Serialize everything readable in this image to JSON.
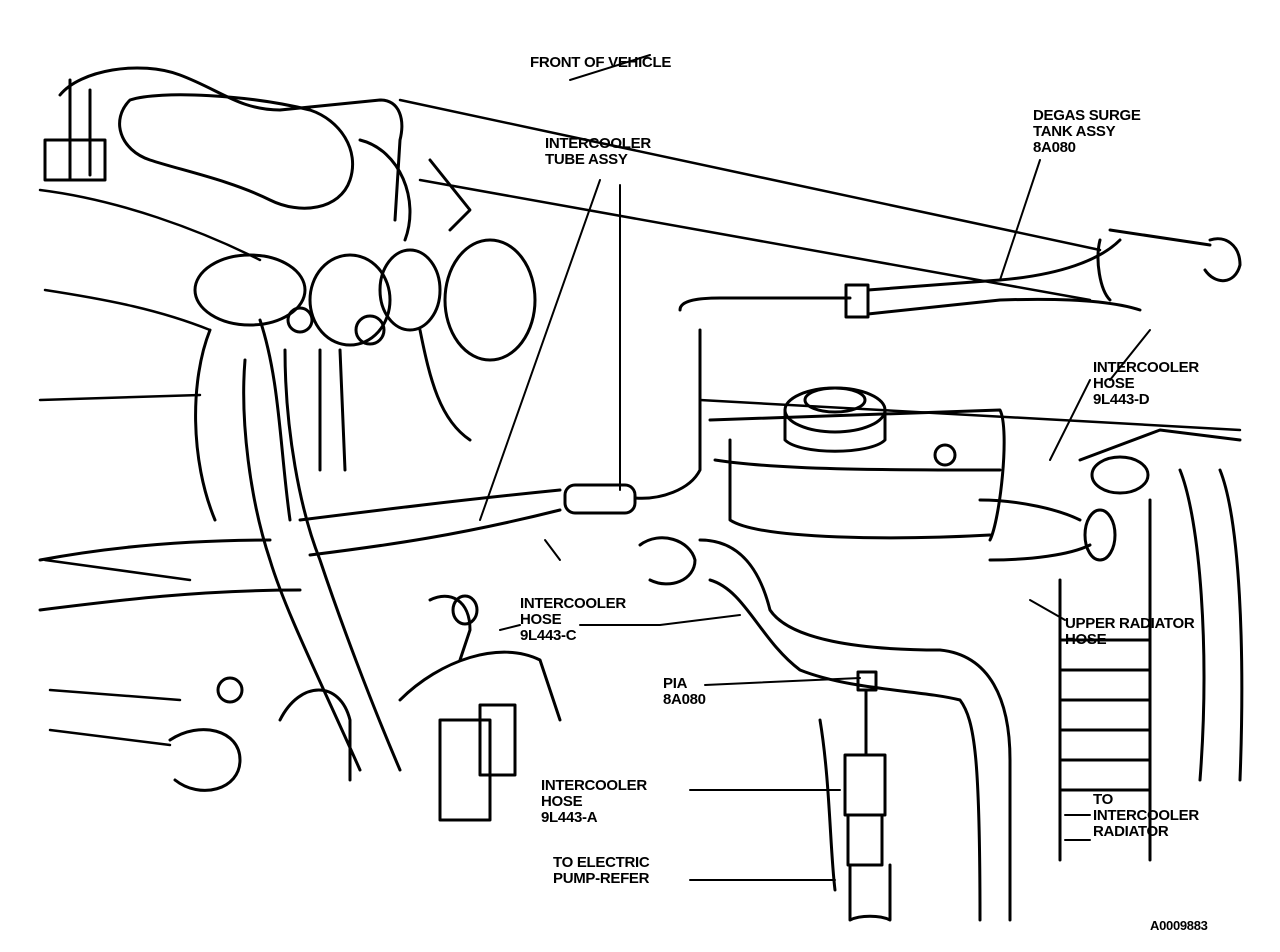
{
  "labels": {
    "front_of_vehicle": "FRONT OF VEHICLE",
    "intercooler_tube": {
      "line1": "INTERCOOLER",
      "line2": "TUBE ASSY"
    },
    "degas_tank": {
      "line1": "DEGAS SURGE",
      "line2": "TANK ASSY",
      "line3": "8A080"
    },
    "hose_d": {
      "line1": "INTERCOOLER",
      "line2": "HOSE",
      "line3": "9L443-D"
    },
    "hose_c": {
      "line1": "INTERCOOLER",
      "line2": "HOSE",
      "line3": "9L443-C"
    },
    "upper_radiator": {
      "line1": "UPPER RADIATOR",
      "line2": "HOSE"
    },
    "pia": {
      "line1": "PIA",
      "line2": "8A080"
    },
    "hose_a": {
      "line1": "INTERCOOLER",
      "line2": "HOSE",
      "line3": "9L443-A"
    },
    "to_intercooler_radiator": {
      "line1": "TO",
      "line2": "INTERCOOLER",
      "line3": "RADIATOR"
    },
    "to_electric_pump": {
      "line1": "TO ELECTRIC",
      "line2": "PUMP-REFER"
    },
    "figure_id": "A0009883"
  }
}
